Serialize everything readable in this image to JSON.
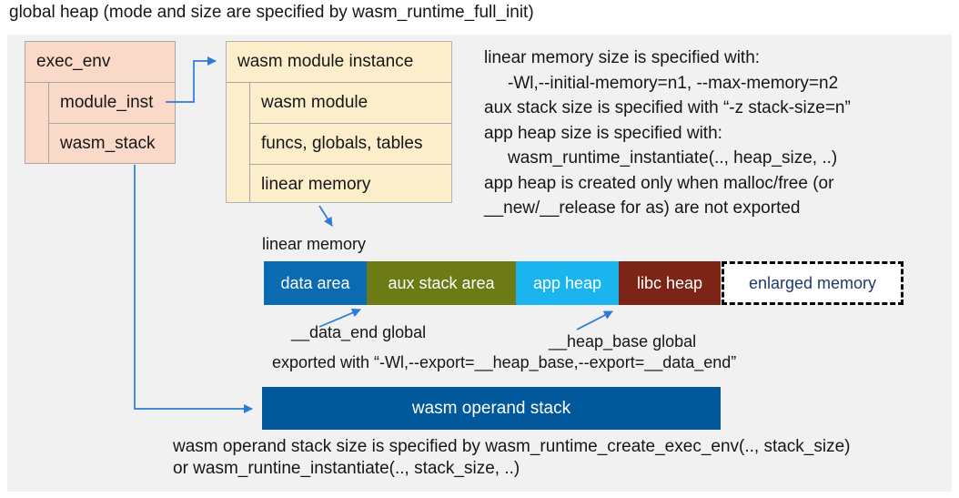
{
  "title": "global heap (mode and size are specified by wasm_runtime_full_init)",
  "colors": {
    "arrow_blue": "#2b7cd9",
    "panel_bg": "#f1f1f1",
    "exec_env_fill": "#fbd9c9",
    "instance_fill": "#fdeecb",
    "operand_stack_fill": "#01589b",
    "enlarged_text": "#1f3a6e"
  },
  "exec_env_box": {
    "header": "exec_env",
    "fields": [
      "module_inst",
      "wasm_stack"
    ]
  },
  "module_instance_box": {
    "header": "wasm module instance",
    "fields": [
      "wasm module",
      "funcs, globals, tables",
      "linear memory"
    ]
  },
  "notes_right": {
    "lines": [
      "linear memory size is specified with:",
      "-Wl,--initial-memory=n1, --max-memory=n2",
      "aux stack size is specified with “-z stack-size=n”",
      "app heap size is specified with:",
      "wasm_runtime_instantiate(.., heap_size, ..)",
      "app heap is created only when malloc/free (or",
      "__new/__release for as) are not exported"
    ]
  },
  "linear_memory": {
    "label": "linear memory",
    "segments": [
      {
        "label": "data area",
        "color": "#0b6bb2",
        "width": 113
      },
      {
        "label": "aux stack area",
        "color": "#6d7b17",
        "width": 164
      },
      {
        "label": "app heap",
        "color": "#1ab4ef",
        "width": 113
      },
      {
        "label": "libc heap",
        "color": "#7c2516",
        "width": 112
      }
    ],
    "enlarged_label": "enlarged memory"
  },
  "annotations": {
    "data_end": "__data_end global",
    "heap_base": "__heap_base global",
    "exported": "exported with “-Wl,--export=__heap_base,--export=__data_end”"
  },
  "operand_stack": {
    "label": "wasm operand stack"
  },
  "notes_bottom": {
    "lines": [
      "wasm operand stack size is specified by wasm_runtime_create_exec_env(.., stack_size)",
      "or wasm_runtine_instantiate(.., stack_size, ..)"
    ]
  }
}
